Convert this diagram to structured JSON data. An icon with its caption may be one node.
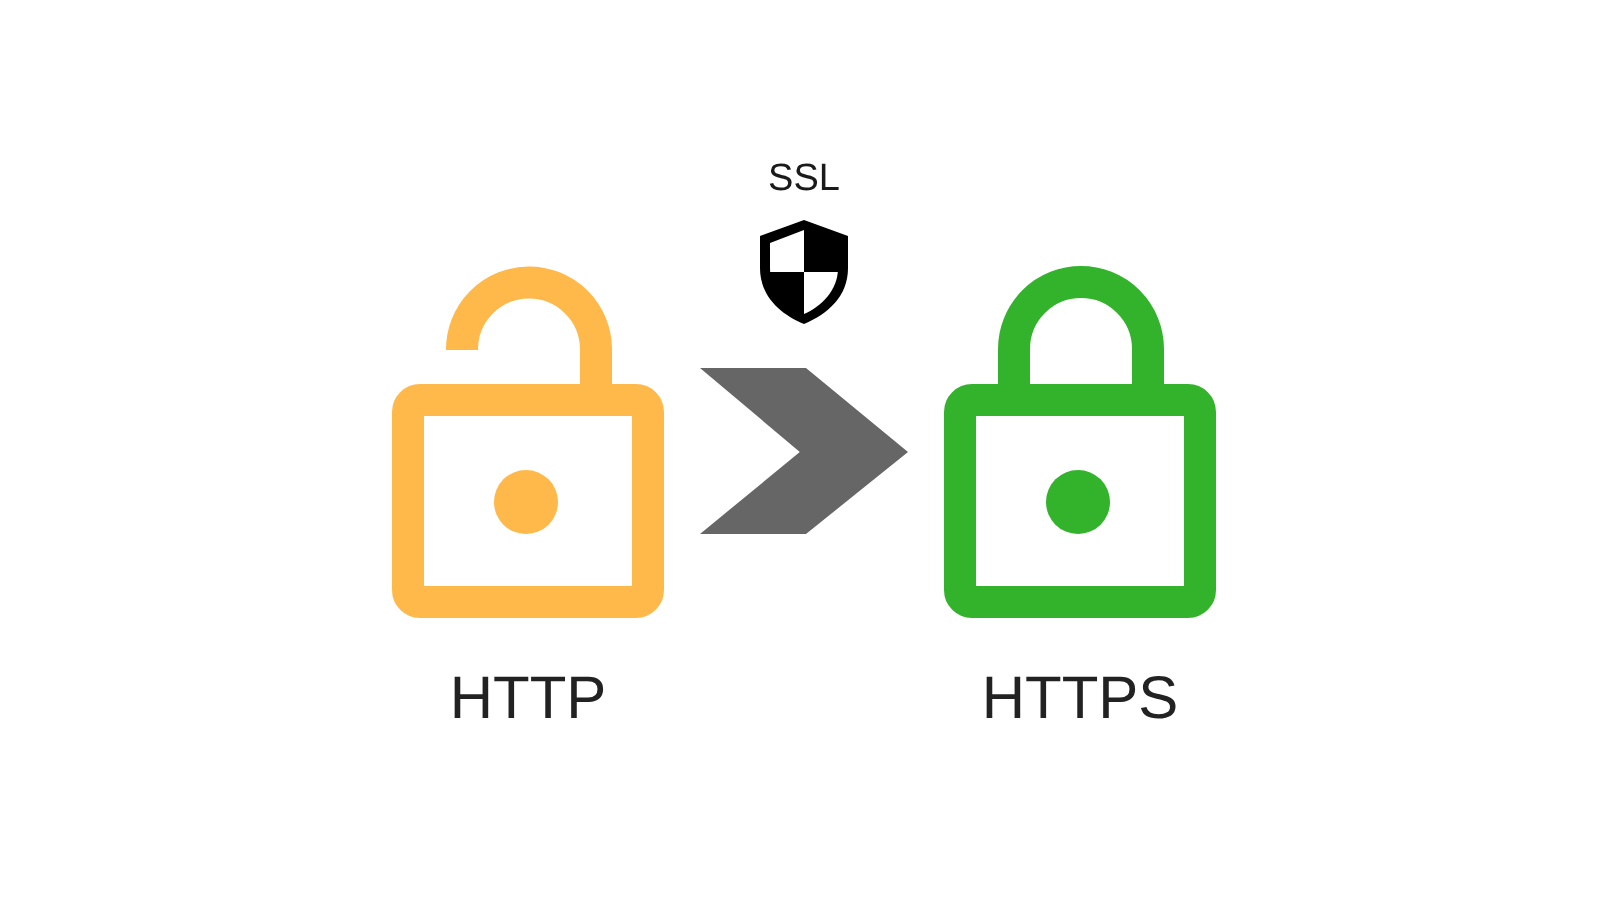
{
  "diagram": {
    "nodes": [
      {
        "text": [
          "HTTP"
        ]
      },
      {
        "text": [
          "HTTPS"
        ]
      }
    ],
    "edges": [
      {
        "from": 0,
        "to": 1,
        "arrow": "to"
      }
    ],
    "labels": [
      "SSL"
    ]
  }
}
